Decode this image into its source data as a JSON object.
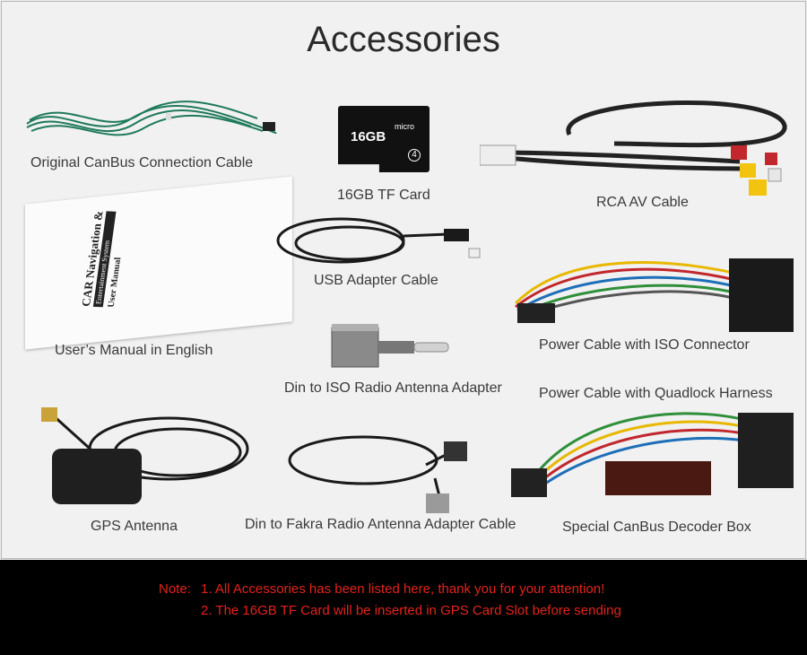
{
  "title": "Accessories",
  "items": [
    {
      "label": "Original CanBus Connection Cable"
    },
    {
      "label": "16GB TF Card"
    },
    {
      "label": "RCA AV Cable"
    },
    {
      "label": "User’s Manual in English"
    },
    {
      "label": "USB Adapter Cable"
    },
    {
      "label": "Power Cable with ISO Connector"
    },
    {
      "label": "Din to ISO Radio Antenna Adapter"
    },
    {
      "label": "Power Cable with Quadlock Harness"
    },
    {
      "label": "GPS Antenna"
    },
    {
      "label": "Din to Fakra Radio Antenna Adapter Cable"
    },
    {
      "label": "Special CanBus Decoder Box"
    }
  ],
  "sd_card": {
    "capacity": "16GB",
    "brand": "micro",
    "class_mark": "4"
  },
  "manual": {
    "cover_line1": "CAR Navigation &",
    "cover_line2": "Entertainment System",
    "cover_line3": "User Manual"
  },
  "note": {
    "prefix": "Note:",
    "line1": "1. All Accessories has been listed here, thank you for your attention!",
    "line2": "2. The 16GB TF Card will be inserted in GPS Card Slot before sending"
  },
  "colors": {
    "note_text": "#e3231b",
    "footer_bg": "#000000",
    "panel_bg": "#f1f1f1"
  }
}
